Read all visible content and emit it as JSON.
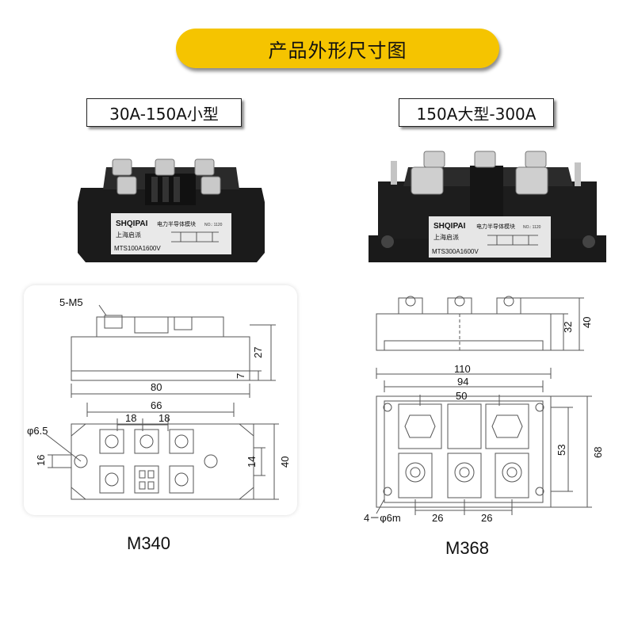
{
  "title": "产品外形尺寸图",
  "left": {
    "size_label": "30A-150A小型",
    "brand": "SHQIPAI",
    "module_desc": "电力半导体模块",
    "company": "上海启派",
    "part_number": "MTS100A1600V",
    "lot": "NO.: 1120",
    "model": "M340",
    "dims": {
      "screw": "5-M5",
      "height": "27",
      "base": "7",
      "length": "80",
      "hole_pitch": "66",
      "pitch_a": "18",
      "pitch_b": "18",
      "hole_dia": "φ6.5",
      "hole_offset": "16",
      "width": "40",
      "half_width": "14"
    }
  },
  "right": {
    "size_label": "150A大型-300A",
    "brand": "SHQIPAI",
    "module_desc": "电力半导体模块",
    "company": "上海启派",
    "part_number": "MTS300A1600V",
    "lot": "NO.: 1120",
    "model": "M368",
    "dims": {
      "body_height": "32",
      "total_height": "40",
      "length": "110",
      "hole_pitch": "94",
      "inner": "50",
      "inner_height": "53",
      "width": "68",
      "holes": "4－φ6m",
      "pitch_a": "26",
      "pitch_b": "26"
    }
  },
  "colors": {
    "banner": "#f5c400",
    "module_body": "#1c1c1c",
    "drawing_line": "#555555"
  }
}
